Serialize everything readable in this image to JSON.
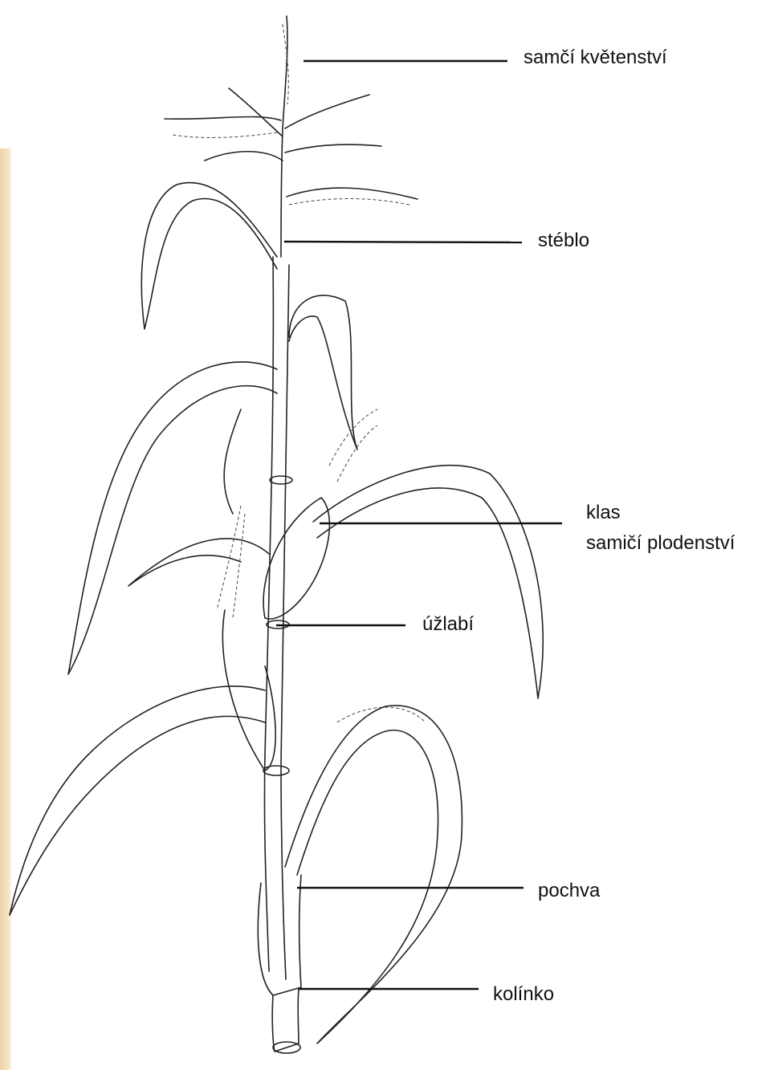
{
  "labels": {
    "male_inflorescence": "samčí květenství",
    "stem": "stéblo",
    "ear_line1": "klas",
    "ear_line2": "samičí plodenství",
    "axil": "úžlabí",
    "sheath": "pochva",
    "node": "kolínko"
  }
}
